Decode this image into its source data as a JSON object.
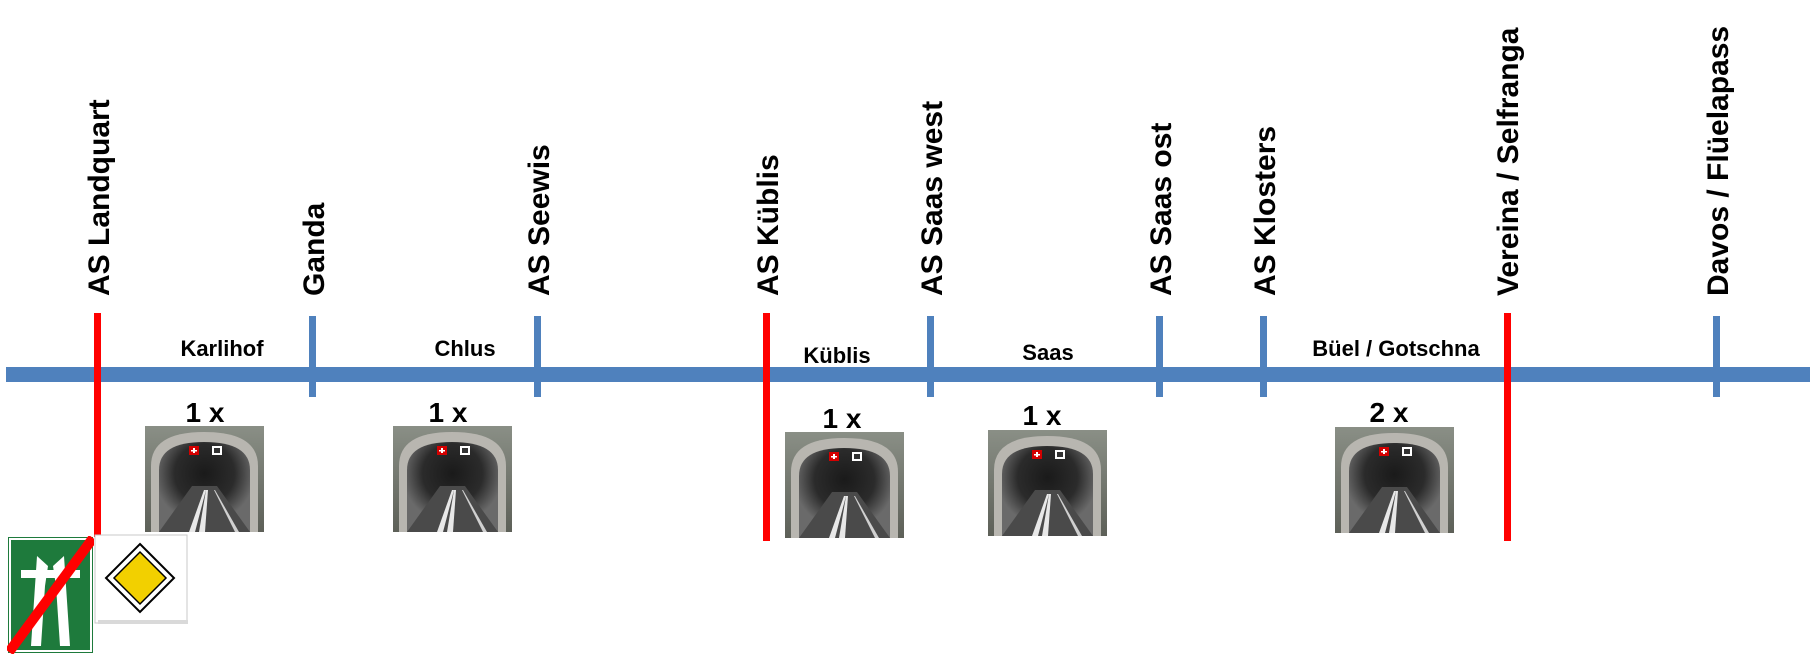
{
  "colors": {
    "road": "#4f81bd",
    "boundary": "#ff0000",
    "motorway_sign": "#1e7a3c",
    "priority_sign": "#f2d000"
  },
  "places": [
    {
      "label": "AS Landquart",
      "boundary": true
    },
    {
      "label": "Ganda",
      "boundary": false
    },
    {
      "label": "AS Seewis",
      "boundary": false
    },
    {
      "label": "AS Küblis",
      "boundary": true
    },
    {
      "label": "AS Saas west",
      "boundary": false
    },
    {
      "label": "AS Saas ost",
      "boundary": false
    },
    {
      "label": "AS Klosters",
      "boundary": false
    },
    {
      "label": "Vereina / Selfranga",
      "boundary": true
    },
    {
      "label": "Davos / Flüelapass",
      "boundary": false
    }
  ],
  "tunnels": [
    {
      "name": "Karlihof",
      "count": "1 x"
    },
    {
      "name": "Chlus",
      "count": "1 x"
    },
    {
      "name": "Küblis",
      "count": "1 x"
    },
    {
      "name": "Saas",
      "count": "1 x"
    },
    {
      "name": "Büel / Gotschna",
      "count": "2 x"
    }
  ],
  "signs": [
    {
      "icon": "end-of-motorway-sign-icon"
    },
    {
      "icon": "priority-road-sign-icon"
    }
  ]
}
